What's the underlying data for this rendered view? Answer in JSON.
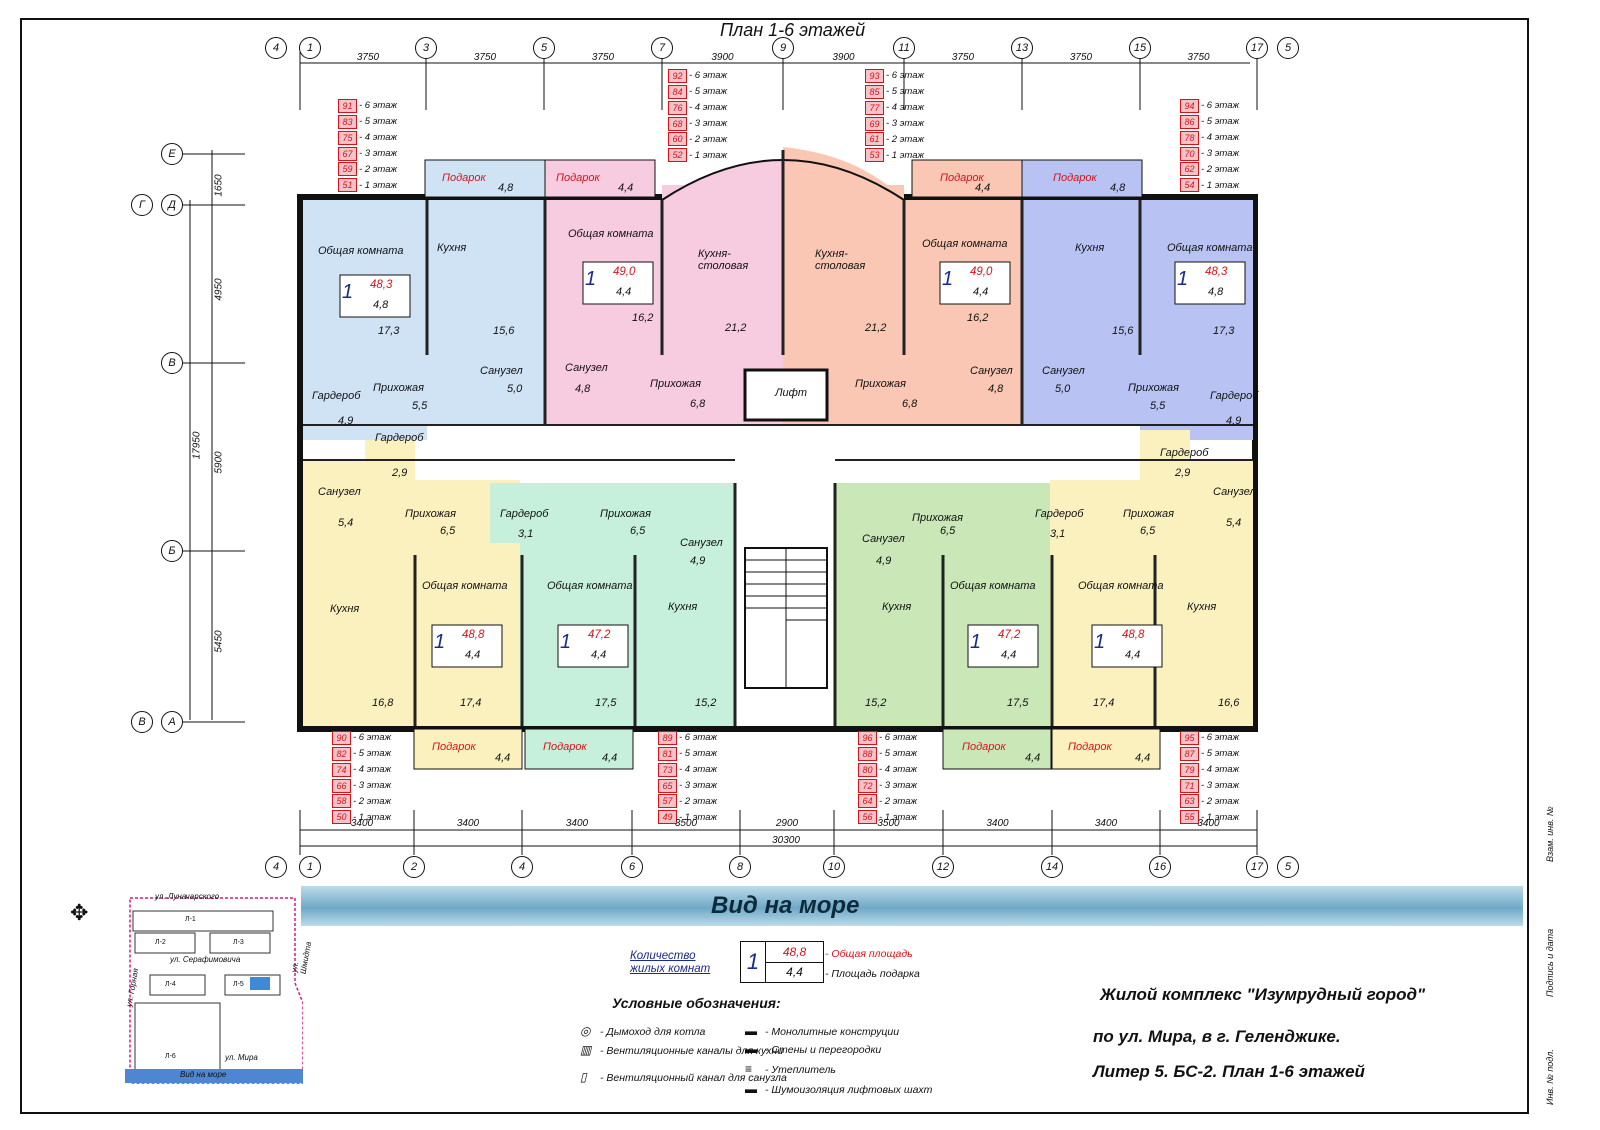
{
  "title": "План 1-6 этажей",
  "top_axes": [
    "1",
    "3",
    "5",
    "7",
    "9",
    "11",
    "13",
    "15",
    "17"
  ],
  "top_dims": [
    "3750",
    "3750",
    "3750",
    "3900",
    "3900",
    "3750",
    "3750",
    "3750"
  ],
  "bottom_axes": [
    "1",
    "2",
    "4",
    "6",
    "8",
    "10",
    "12",
    "14",
    "16",
    "17"
  ],
  "bottom_dims": [
    "3400",
    "3400",
    "3400",
    "3500",
    "2900",
    "3500",
    "3400",
    "3400",
    "3400"
  ],
  "bottom_total": "30300",
  "outer_axis_left": "4",
  "outer_axis_right": "5",
  "left_axes": [
    "Е",
    "Д",
    "В",
    "Б",
    "А"
  ],
  "left_outer": [
    "Г",
    "В"
  ],
  "left_dims": [
    "1650",
    "4950",
    "5900",
    "5450"
  ],
  "left_total": "17950",
  "rooms": {
    "common": "Общая комната",
    "kitchen": "Кухня",
    "kitchen_dining": "Кухня-\nстоловая",
    "bath": "Санузел",
    "hall": "Прихожая",
    "wardrobe": "Гардероб",
    "lift": "Лифт",
    "gift": "Подарок"
  },
  "areas": {
    "a1": "17,3",
    "a2": "15,6",
    "a3": "4,9",
    "a4": "5,5",
    "a5": "5,0",
    "a6": "16,2",
    "a7": "21,2",
    "a8": "4,8",
    "a9": "6,8",
    "a10": "21,2",
    "a11": "6,8",
    "a12": "16,2",
    "a13": "4,8",
    "a14": "15,6",
    "a15": "17,3",
    "a16": "5,0",
    "a17": "5,5",
    "a18": "4,9",
    "b1": "2,9",
    "b2": "5,4",
    "b3": "6,5",
    "b4": "3,1",
    "b5": "6,5",
    "b6": "4,9",
    "b7": "4,9",
    "b8": "6,5",
    "b9": "3,1",
    "b10": "2,9",
    "b11": "6,5",
    "b12": "5,4",
    "c1": "16,8",
    "c2": "17,4",
    "c3": "17,5",
    "c4": "15,2",
    "c5": "15,2",
    "c6": "17,5",
    "c7": "17,4",
    "c8": "16,6",
    "g_top1": "4,8",
    "g_top2": "4,4",
    "g_top3": "4,4",
    "g_top4": "4,8",
    "g_bot1": "4,4",
    "g_bot2": "4,4",
    "g_bot3": "4,4",
    "g_bot4": "4,4"
  },
  "apartments": [
    {
      "rooms": "1",
      "area": "48,3",
      "gift": "4,8"
    },
    {
      "rooms": "1",
      "area": "49,0",
      "gift": "4,4"
    },
    {
      "rooms": "1",
      "area": "49,0",
      "gift": "4,4"
    },
    {
      "rooms": "1",
      "area": "48,3",
      "gift": "4,8"
    },
    {
      "rooms": "1",
      "area": "48,8",
      "gift": "4,4"
    },
    {
      "rooms": "1",
      "area": "47,2",
      "gift": "4,4"
    },
    {
      "rooms": "1",
      "area": "47,2",
      "gift": "4,4"
    },
    {
      "rooms": "1",
      "area": "48,8",
      "gift": "4,4"
    }
  ],
  "floor_lists": {
    "t1": [
      [
        "91",
        "- 6 этаж"
      ],
      [
        "83",
        "- 5 этаж"
      ],
      [
        "75",
        "- 4 этаж"
      ],
      [
        "67",
        "- 3 этаж"
      ],
      [
        "59",
        "- 2 этаж"
      ],
      [
        "51",
        "- 1 этаж"
      ]
    ],
    "t2": [
      [
        "92",
        "- 6 этаж"
      ],
      [
        "84",
        "- 5 этаж"
      ],
      [
        "76",
        "- 4 этаж"
      ],
      [
        "68",
        "- 3 этаж"
      ],
      [
        "60",
        "- 2 этаж"
      ],
      [
        "52",
        "- 1 этаж"
      ]
    ],
    "t3": [
      [
        "93",
        "- 6 этаж"
      ],
      [
        "85",
        "- 5 этаж"
      ],
      [
        "77",
        "- 4 этаж"
      ],
      [
        "69",
        "- 3 этаж"
      ],
      [
        "61",
        "- 2 этаж"
      ],
      [
        "53",
        "- 1 этаж"
      ]
    ],
    "t4": [
      [
        "94",
        "- 6 этаж"
      ],
      [
        "86",
        "- 5 этаж"
      ],
      [
        "78",
        "- 4 этаж"
      ],
      [
        "70",
        "- 3 этаж"
      ],
      [
        "62",
        "- 2 этаж"
      ],
      [
        "54",
        "- 1 этаж"
      ]
    ],
    "b1": [
      [
        "90",
        "- 6 этаж"
      ],
      [
        "82",
        "- 5 этаж"
      ],
      [
        "74",
        "- 4 этаж"
      ],
      [
        "66",
        "- 3 этаж"
      ],
      [
        "58",
        "- 2 этаж"
      ],
      [
        "50",
        "- 1 этаж"
      ]
    ],
    "b2": [
      [
        "89",
        "- 6 этаж"
      ],
      [
        "81",
        "- 5 этаж"
      ],
      [
        "73",
        "- 4 этаж"
      ],
      [
        "65",
        "- 3 этаж"
      ],
      [
        "57",
        "- 2 этаж"
      ],
      [
        "49",
        "- 1 этаж"
      ]
    ],
    "b3": [
      [
        "96",
        "- 6 этаж"
      ],
      [
        "88",
        "- 5 этаж"
      ],
      [
        "80",
        "- 4 этаж"
      ],
      [
        "72",
        "- 3 этаж"
      ],
      [
        "64",
        "- 2 этаж"
      ],
      [
        "56",
        "- 1 этаж"
      ]
    ],
    "b4": [
      [
        "95",
        "- 6 этаж"
      ],
      [
        "87",
        "- 5 этаж"
      ],
      [
        "79",
        "- 4 этаж"
      ],
      [
        "71",
        "- 3 этаж"
      ],
      [
        "63",
        "- 2 этаж"
      ],
      [
        "55",
        "- 1 этаж"
      ]
    ]
  },
  "sea_view": "Вид на море",
  "legend": {
    "count_l1": "Количество",
    "count_l2": "жилых комнат",
    "sample_rooms": "1",
    "sample_area": "48,8",
    "sample_gift": "4,4",
    "total_area": "- Общая площадь",
    "gift_area": "- Площадь подарка",
    "heading": "Условные обозначения:",
    "items": [
      "- Дымоход для котла",
      "- Вентиляционные каналы для кухни",
      "- Вентиляционный канал для санузла",
      "- Монолитные конструции",
      "- Стены и перегородки",
      "- Утеплитель",
      "- Шумоизоляция лифтовых шахт"
    ]
  },
  "project": {
    "l1": "Жилой комплекс \"Изумрудный город\"",
    "l2": "по ул. Мира, в г. Геленджике.",
    "l3": "Литер 5. БС-2. План 1-6 этажей"
  },
  "site_plan": {
    "streets": [
      "ул. Луначарского",
      "ул. Серафимовича",
      "ул. Горная",
      "ул. Шмидта",
      "ул. Мира"
    ],
    "blocks": [
      "Л-1",
      "Л-2",
      "Л-3",
      "Л-4",
      "Л-5",
      "Л-6"
    ],
    "footer": "Вид на море"
  },
  "stamp": [
    "Взам. инв. №",
    "Подпись и дата",
    "Инв. № подл."
  ],
  "colors": {
    "blue_light": "#cfe3f5",
    "pink": "#f7cbe0",
    "salmon": "#f9c7b3",
    "periwinkle": "#b9c3f3",
    "yellow": "#fbf1bf",
    "mint": "#c7f0dc",
    "green": "#c9e7b7",
    "peach": "#f8d6c6",
    "red": "#d4141b"
  }
}
